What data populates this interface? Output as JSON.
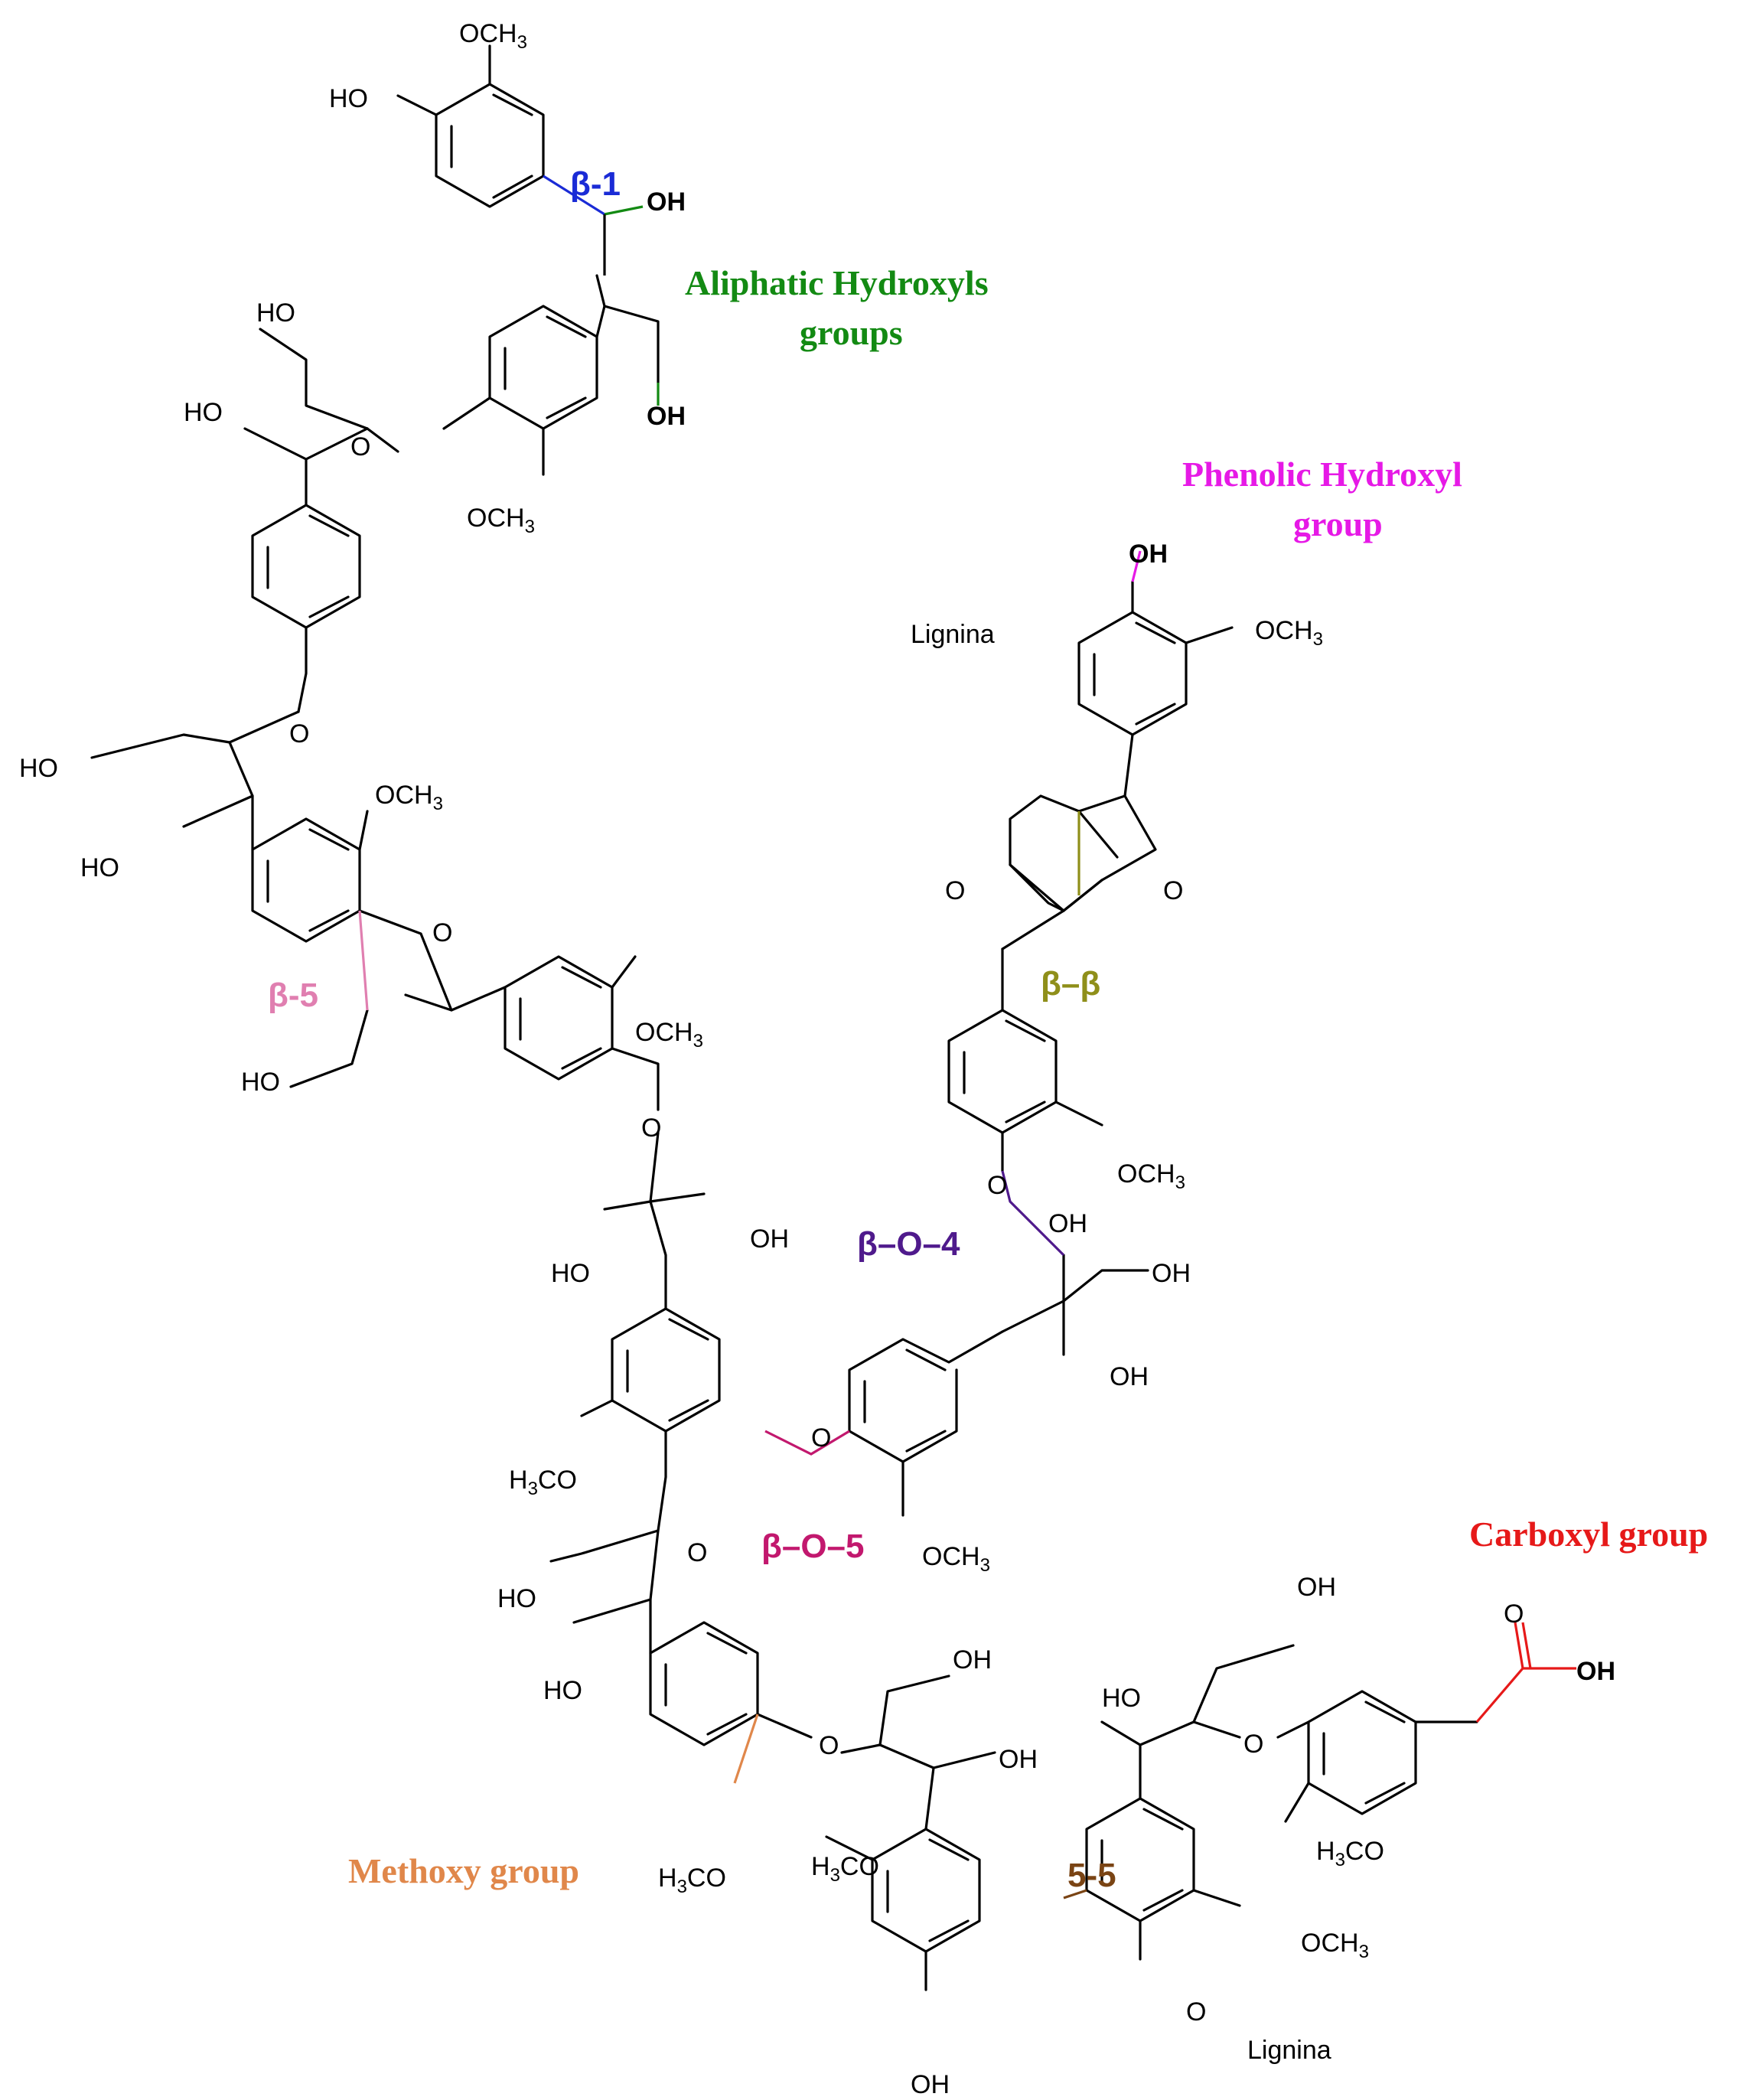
{
  "colors": {
    "bond": "#000000",
    "beta_1": "#1a2bd6",
    "aliphatic_hydroxyl": "#138a13",
    "phenolic_hydroxyl": "#e619e6",
    "beta_5": "#e07fb0",
    "beta_beta": "#8f8f1a",
    "beta_O_4": "#4f1a8c",
    "beta_O_5": "#c2186e",
    "carboxyl": "#e61919",
    "methoxy": "#e0874a",
    "five_five": "#7a4414"
  },
  "group_labels": {
    "aliphatic_line1": "Aliphatic Hydroxyls",
    "aliphatic_line2": "groups",
    "phenolic_line1": "Phenolic Hydroxyl",
    "phenolic_line2": "group",
    "carboxyl": "Carboxyl group",
    "methoxy": "Methoxy group"
  },
  "linkage_labels": {
    "beta_1": "β-1",
    "beta_5": "β-5",
    "beta_beta": "β–β",
    "beta_O_4": "β–O–4",
    "beta_O_5": "β–O–5",
    "five_five": "5-5"
  },
  "atoms": {
    "och3": "OCH",
    "sub3": "3",
    "ho": "HO",
    "oh": "OH",
    "o": "O",
    "h": "H",
    "co": "CO",
    "lignina": "Lignina"
  }
}
